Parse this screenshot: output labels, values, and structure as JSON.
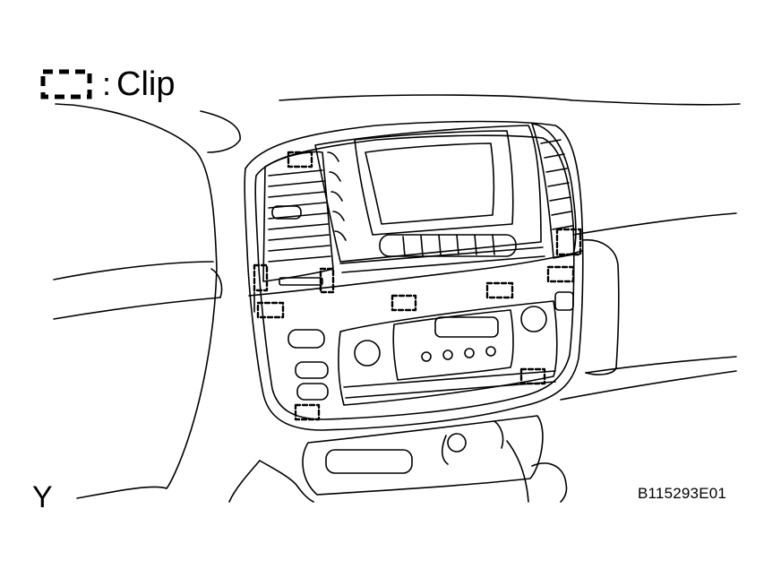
{
  "legend": {
    "separator": ":",
    "label": "Clip"
  },
  "view_label": "Y",
  "figure_code": "B115293E01"
}
